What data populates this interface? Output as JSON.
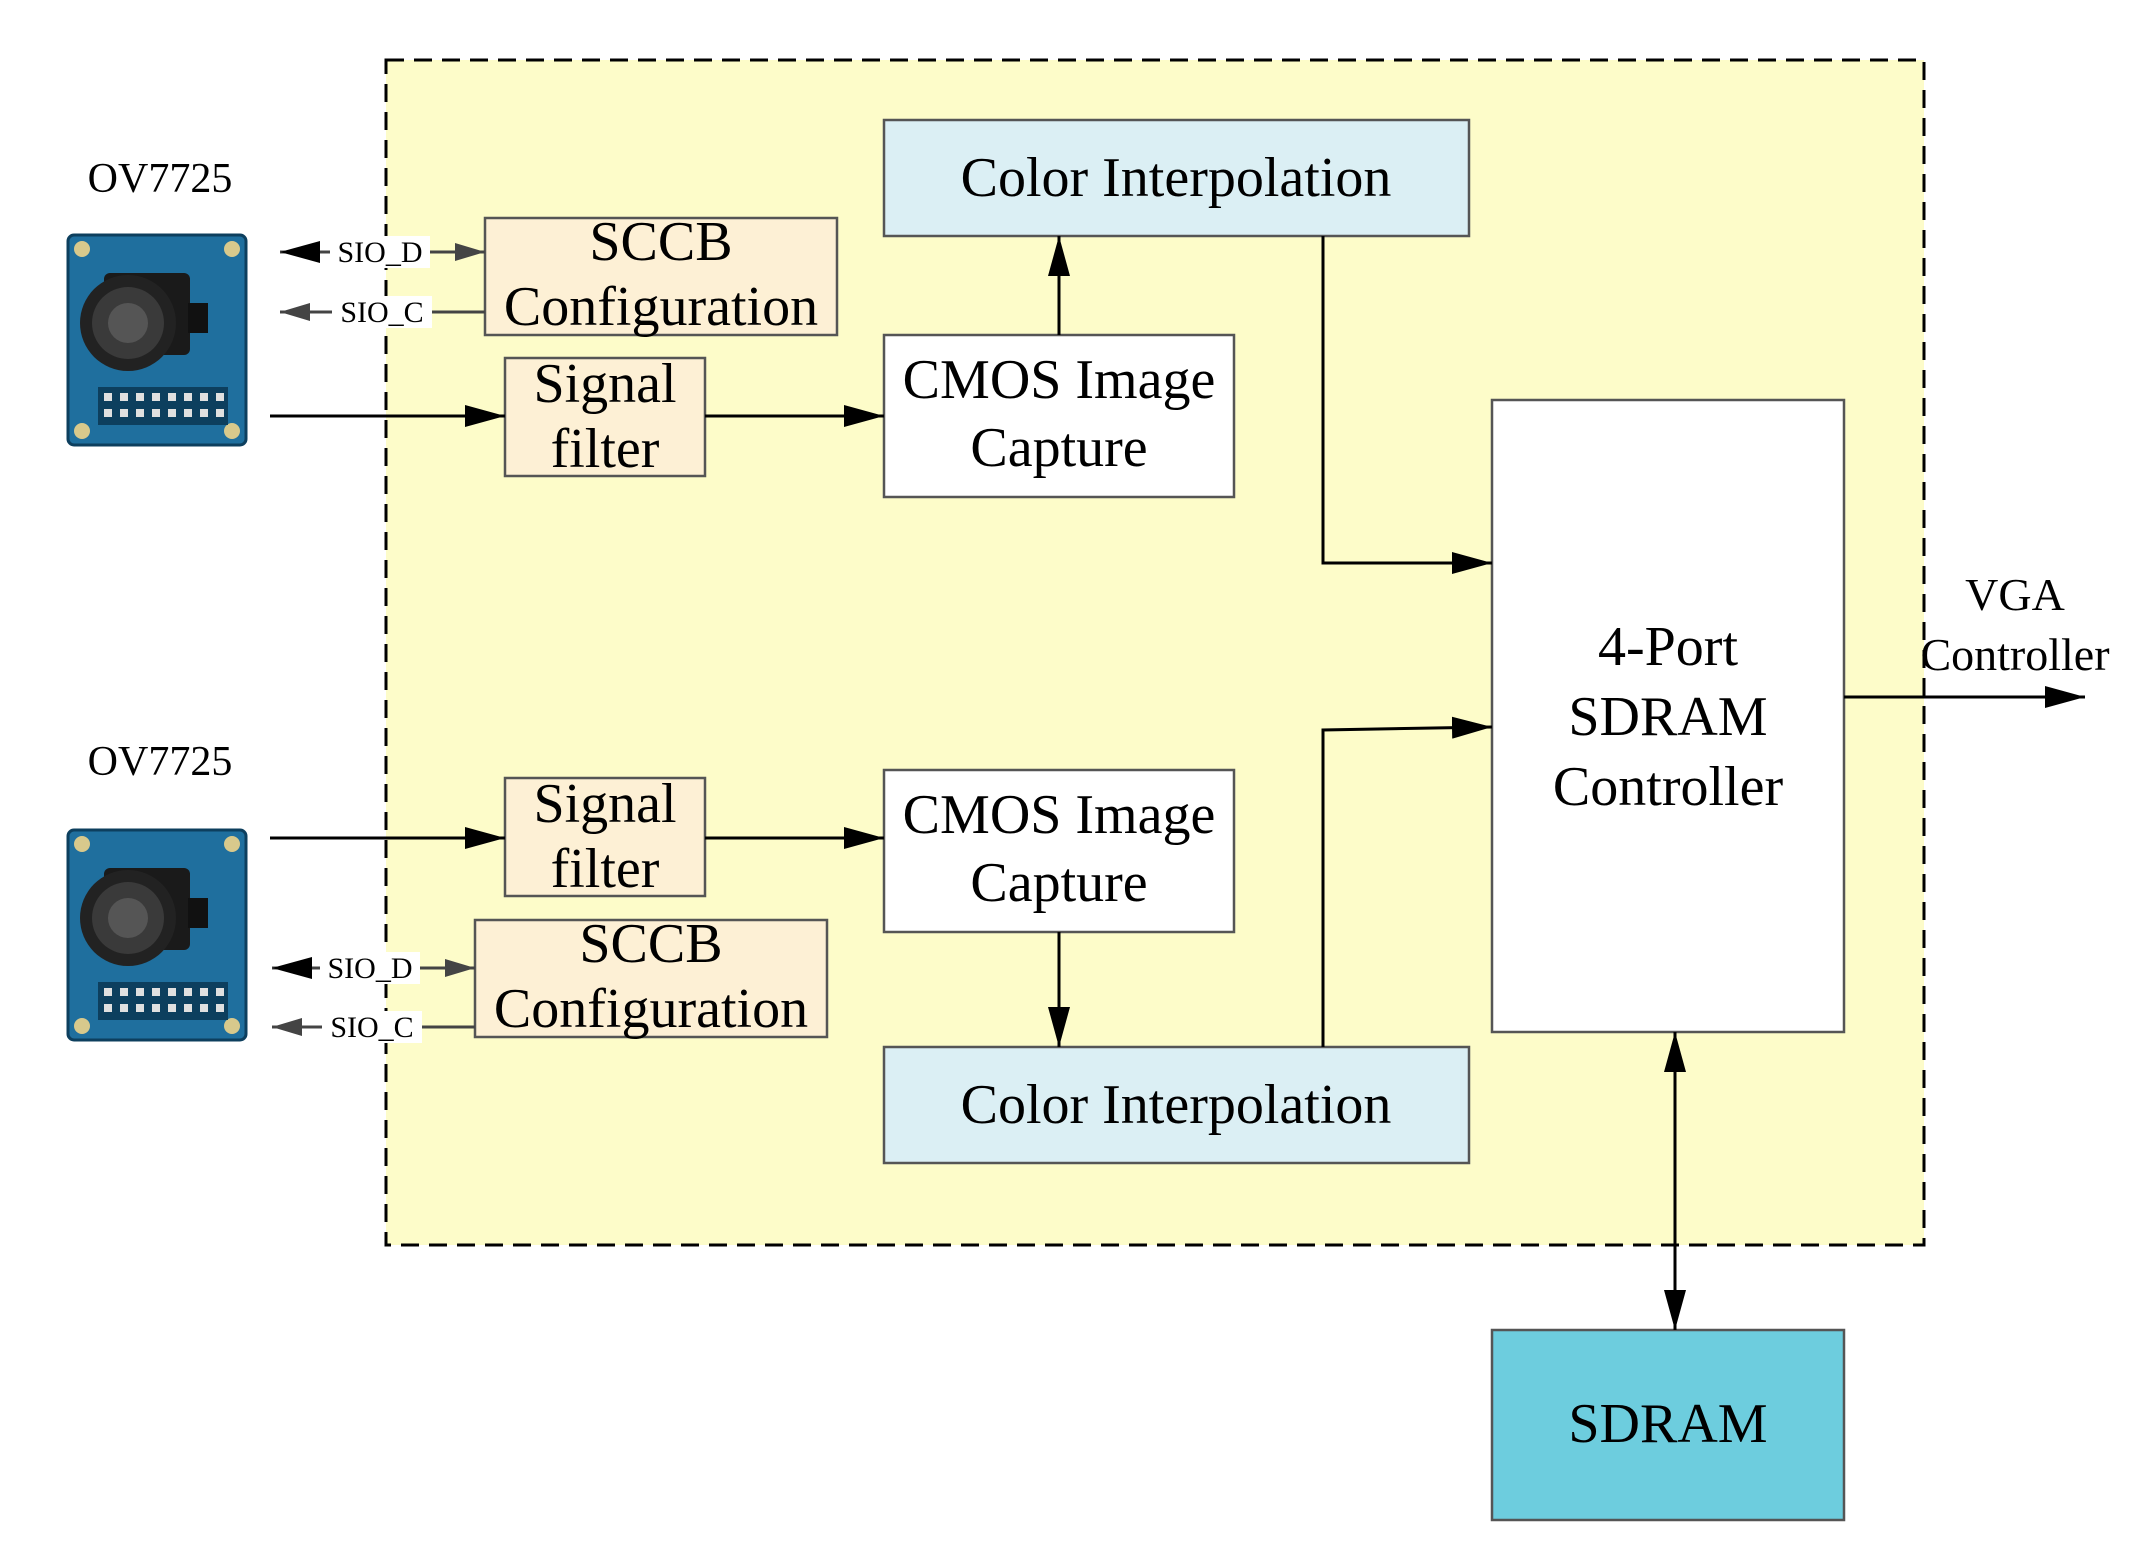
{
  "colors": {
    "fpga_fill": "#fdfcc9",
    "config_fill": "#fdf0d5",
    "interp_fill": "#dbeff4",
    "sdram_fill": "#6dcdde",
    "pcb": "#1f6f9e"
  },
  "cameras": [
    {
      "label": "OV7725",
      "sio_d": "SIO_D",
      "sio_c": "SIO_C"
    },
    {
      "label": "OV7725",
      "sio_d": "SIO_D",
      "sio_c": "SIO_C"
    }
  ],
  "blocks": {
    "sccb_top": {
      "line1": "SCCB",
      "line2": "Configuration"
    },
    "sccb_bottom": {
      "line1": "SCCB",
      "line2": "Configuration"
    },
    "filter_top": {
      "line1": "Signal",
      "line2": "filter"
    },
    "filter_bottom": {
      "line1": "Signal",
      "line2": "filter"
    },
    "capture_top": {
      "line1": "CMOS Image",
      "line2": "Capture"
    },
    "capture_bottom": {
      "line1": "CMOS Image",
      "line2": "Capture"
    },
    "interp_top": {
      "label": "Color Interpolation"
    },
    "interp_bottom": {
      "label": "Color Interpolation"
    },
    "controller": {
      "line1": "4-Port",
      "line2": "SDRAM",
      "line3": "Controller"
    },
    "sdram": {
      "label": "SDRAM"
    }
  },
  "output": {
    "line1": "VGA",
    "line2": "Controller"
  }
}
